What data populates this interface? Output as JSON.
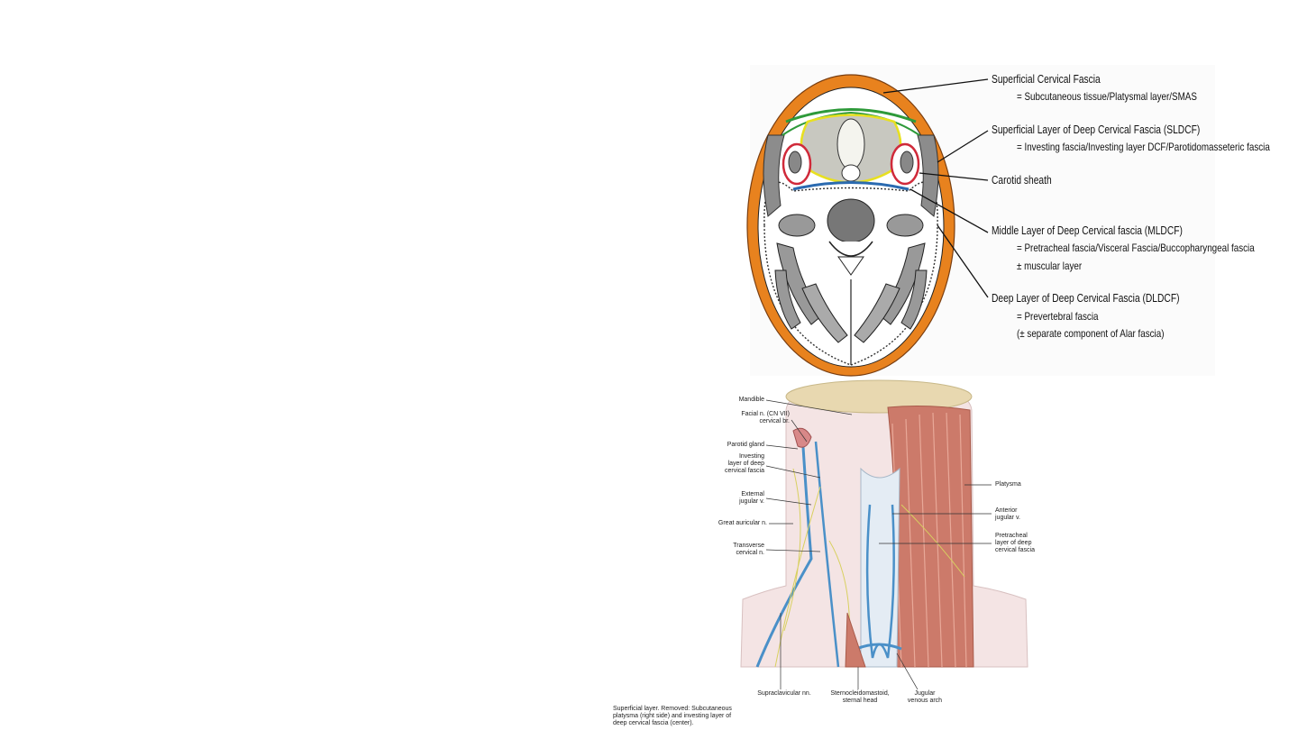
{
  "cross_section": {
    "labels": [
      {
        "main": "Superficial Cervical Fascia",
        "sub": [
          "= Subcutaneous tissue/Platysmal layer/SMAS"
        ]
      },
      {
        "main": "Superficial Layer of Deep Cervical Fascia (SLDCF)",
        "sub": [
          "= Investing fascia/Investing layer DCF/Parotidomasseteric fascia"
        ]
      },
      {
        "main": "Carotid sheath",
        "sub": []
      },
      {
        "main": "Middle Layer of Deep Cervical fascia (MLDCF)",
        "sub": [
          "= Pretracheal fascia/Visceral Fascia/Buccopharyngeal fascia",
          "± muscular layer"
        ]
      },
      {
        "main": "Deep Layer of Deep Cervical Fascia (DLDCF)",
        "sub": [
          "= Prevertebral fascia",
          "(± separate component of Alar fascia)"
        ]
      }
    ],
    "colors": {
      "superficial": "#e8821e",
      "investing": "#2e9a3a",
      "carotid": "#d02a3a",
      "middle": "#2a6ab0",
      "visceral": "#e8e020"
    }
  },
  "anatomy": {
    "left_labels": [
      "Mandible",
      "Facial n. (CN VII)\ncervical br.",
      "Parotid gland",
      "Investing\nlayer of deep\ncervical fascia",
      "External\njugular v.",
      "Great auricular n.",
      "Transverse\ncervical n."
    ],
    "right_labels": [
      "Platysma",
      "Anterior\njugular v.",
      "Pretracheal\nlayer of deep\ncervical fascia"
    ],
    "bottom_labels": [
      "Supraclavicular nn.",
      "Sternocleidomastoid,\nsternal head",
      "Jugular\nvenous arch"
    ],
    "caption": "Superficial layer. Removed: Subcutaneous\nplatysma (right side) and investing layer of\ndeep cervical fascia (center)."
  }
}
